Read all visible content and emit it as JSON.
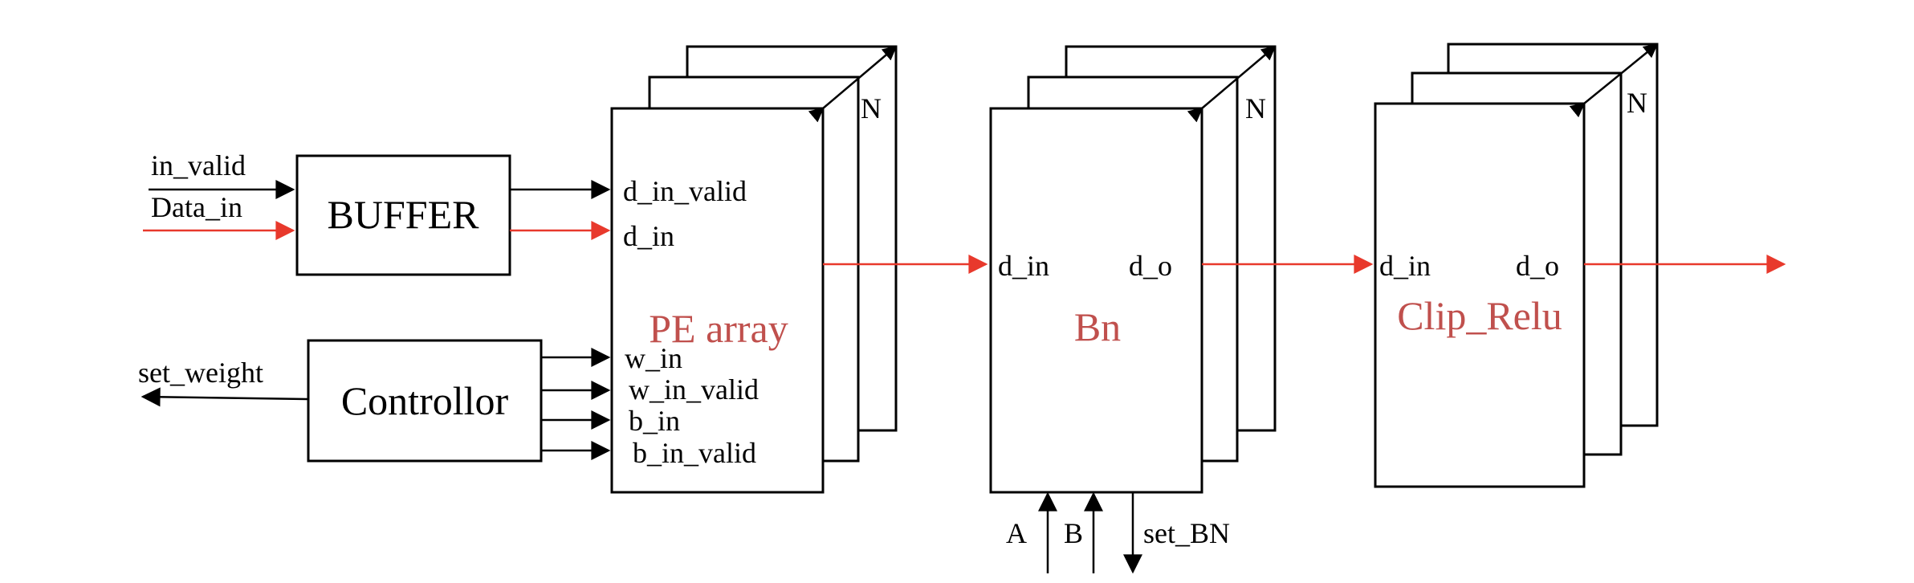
{
  "inputs": {
    "in_valid": "in_valid",
    "data_in": "Data_in",
    "set_weight": "set_weight"
  },
  "buffer": {
    "label": "BUFFER"
  },
  "controller": {
    "label": "Controllor"
  },
  "pe_array": {
    "label": "PE array",
    "ports": [
      "d_in_valid",
      "d_in",
      "w_in",
      "w_in_valid",
      "b_in",
      "b_in_valid"
    ],
    "stack_label": "N"
  },
  "bn": {
    "label": "Bn",
    "in_port": "d_in",
    "out_port": "d_o",
    "stack_label": "N",
    "bottom_ports": [
      "A",
      "B",
      "set_BN"
    ]
  },
  "clip_relu": {
    "label": "Clip_Relu",
    "in_port": "d_in",
    "out_port": "d_o",
    "stack_label": "N"
  },
  "colors": {
    "data_path": "#e8392c",
    "block_label": "#c0504d",
    "control_path": "#000000"
  }
}
